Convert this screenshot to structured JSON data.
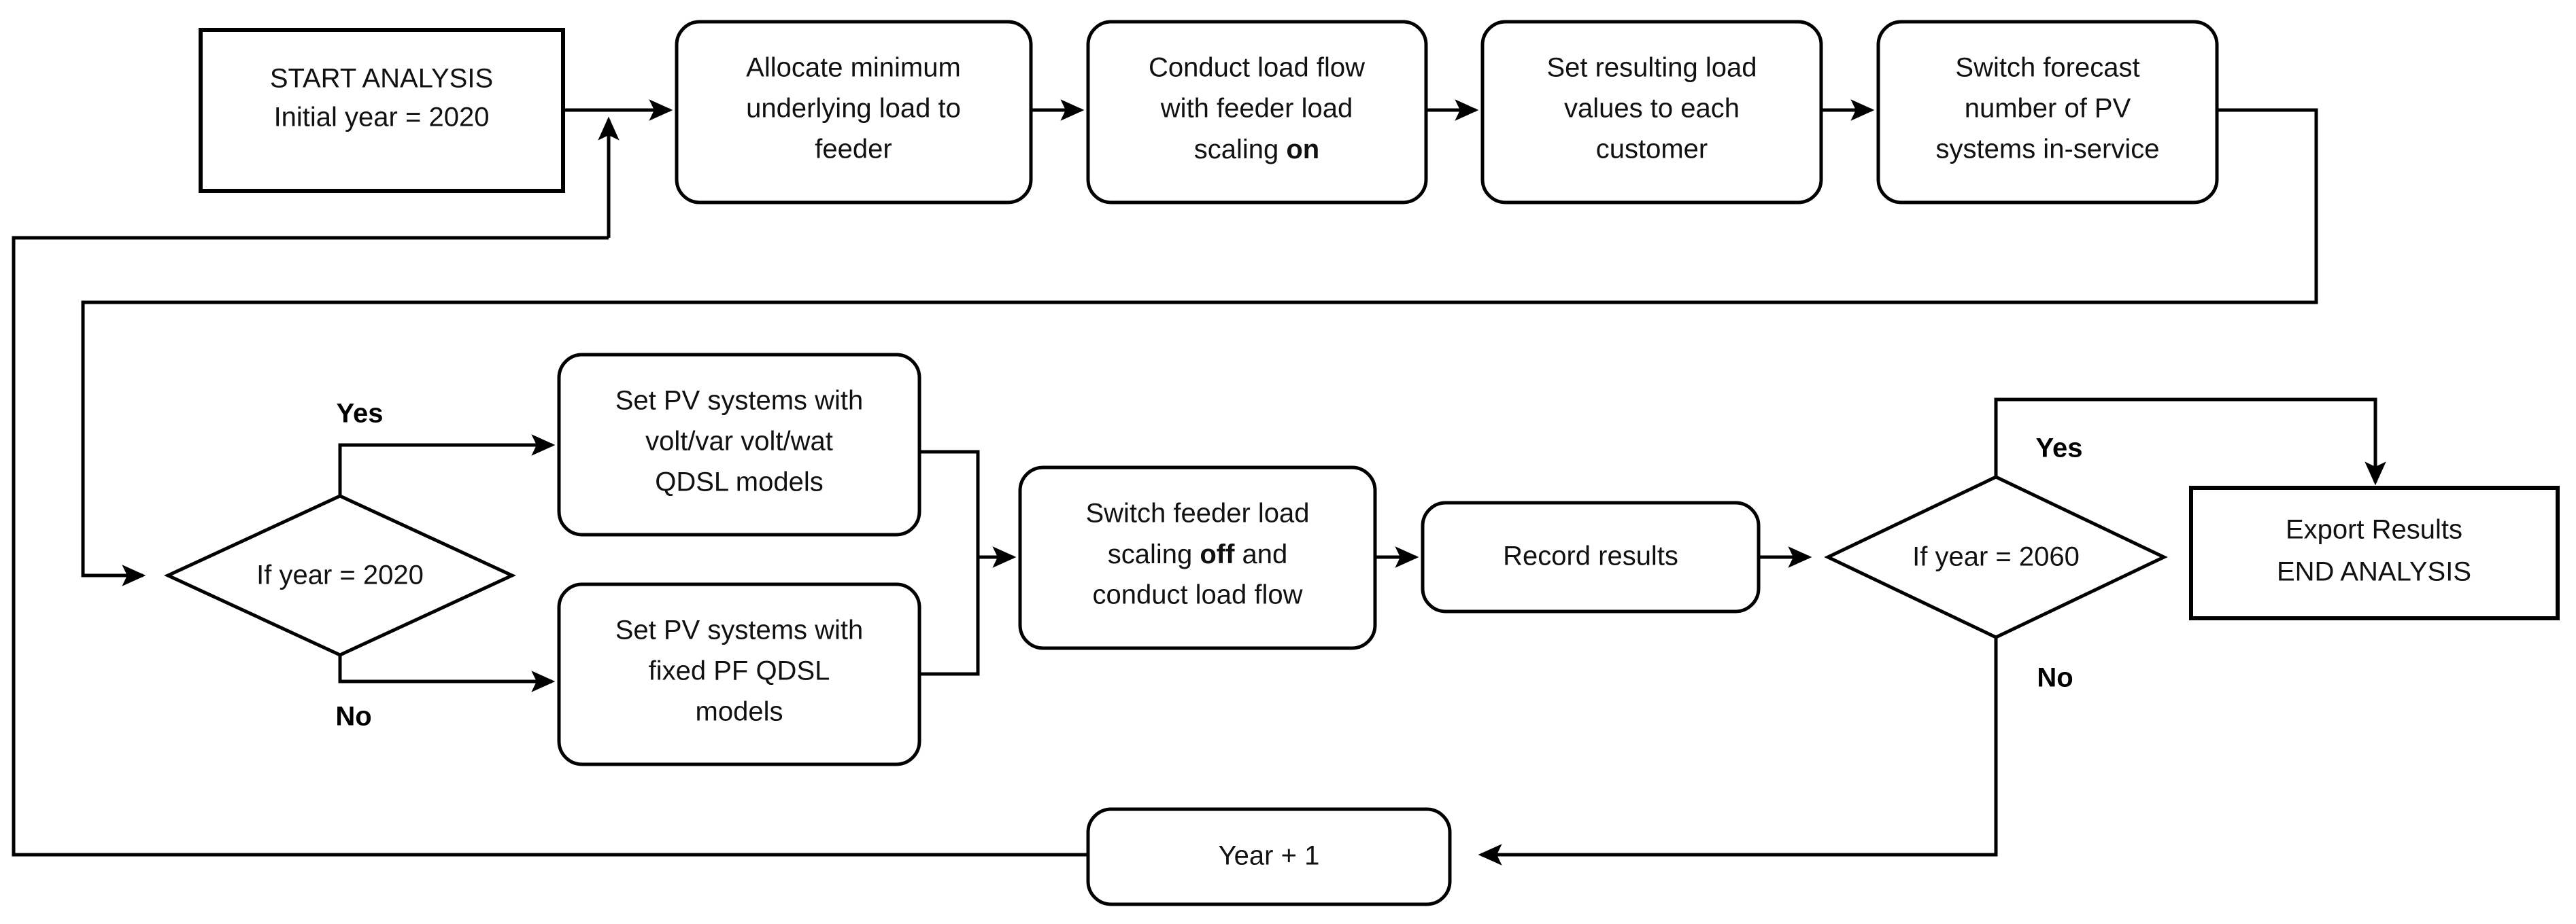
{
  "diagram": {
    "title": "PV hosting-capacity yearly analysis flowchart",
    "colors": {
      "stroke": "#000000",
      "fill": "#ffffff",
      "text": "#111111"
    },
    "nodes": {
      "start": {
        "shape": "rectangle",
        "lines": [
          "START ANALYSIS",
          "Initial year = 2020"
        ]
      },
      "allocate_load": {
        "shape": "rounded-rectangle",
        "lines": [
          "Allocate minimum",
          "underlying load to",
          "feeder"
        ]
      },
      "load_flow_on": {
        "shape": "rounded-rectangle",
        "lines": [
          "Conduct load flow",
          "with feeder load",
          "scaling "
        ],
        "bold_tail": "on"
      },
      "set_load_values": {
        "shape": "rounded-rectangle",
        "lines": [
          "Set resulting load",
          "values to each",
          "customer"
        ]
      },
      "switch_pv_count": {
        "shape": "rounded-rectangle",
        "lines": [
          "Switch forecast",
          "number of PV",
          "systems in-service"
        ]
      },
      "decision_2020": {
        "shape": "diamond",
        "lines": [
          "If year = 2020"
        ]
      },
      "pv_voltvar": {
        "shape": "rounded-rectangle",
        "lines": [
          "Set PV systems with",
          "volt/var volt/wat",
          "QDSL models"
        ]
      },
      "pv_fixedpf": {
        "shape": "rounded-rectangle",
        "lines": [
          "Set PV systems with",
          "fixed PF QDSL",
          "models"
        ]
      },
      "scaling_off": {
        "shape": "rounded-rectangle",
        "lines": [
          "Switch feeder load",
          "scaling ",
          "conduct load flow"
        ],
        "bold_mid": "off",
        "mid_tail": " and"
      },
      "record_results": {
        "shape": "rounded-rectangle",
        "lines": [
          "Record results"
        ]
      },
      "decision_2060": {
        "shape": "diamond",
        "lines": [
          "If year = 2060"
        ]
      },
      "export_results": {
        "shape": "rectangle",
        "lines": [
          "Export Results",
          "END ANALYSIS"
        ]
      },
      "year_increment": {
        "shape": "rounded-rectangle",
        "lines": [
          "Year + 1"
        ]
      }
    },
    "branch_labels": {
      "yes_2020": "Yes",
      "no_2020": "No",
      "yes_2060": "Yes",
      "no_2060": "No"
    }
  }
}
